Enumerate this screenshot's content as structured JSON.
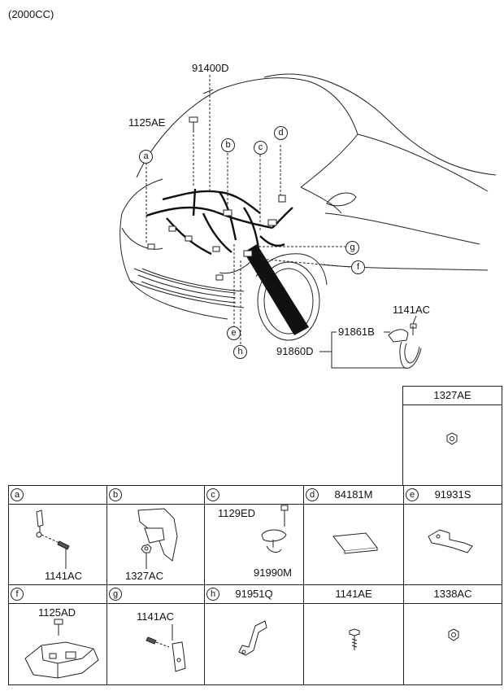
{
  "header": {
    "engine": "(2000CC)"
  },
  "main": {
    "callouts": {
      "harness": "91400D",
      "bolt_top": "1125AE",
      "a": "a",
      "b": "b",
      "c": "c",
      "d": "d",
      "e": "e",
      "f": "f",
      "g": "g",
      "h": "h",
      "bolt_right": "1141AC",
      "cable_sub": "91861B",
      "cable_main": "91860D"
    }
  },
  "table": {
    "top_right": {
      "code": "1327AE"
    },
    "row1": [
      {
        "letter": "a",
        "parts": [
          "1141AC"
        ]
      },
      {
        "letter": "b",
        "parts": [
          "1327AC"
        ]
      },
      {
        "letter": "c",
        "parts": [
          "1129ED",
          "91990M"
        ]
      },
      {
        "letter": "d",
        "code": "84181M"
      },
      {
        "letter": "e",
        "code": "91931S"
      }
    ],
    "row2": [
      {
        "letter": "f",
        "parts": [
          "1125AD"
        ]
      },
      {
        "letter": "g",
        "parts": [
          "1141AC"
        ]
      },
      {
        "letter": "h",
        "code": "91951Q"
      },
      {
        "code": "1141AE"
      },
      {
        "code": "1338AC"
      }
    ]
  }
}
